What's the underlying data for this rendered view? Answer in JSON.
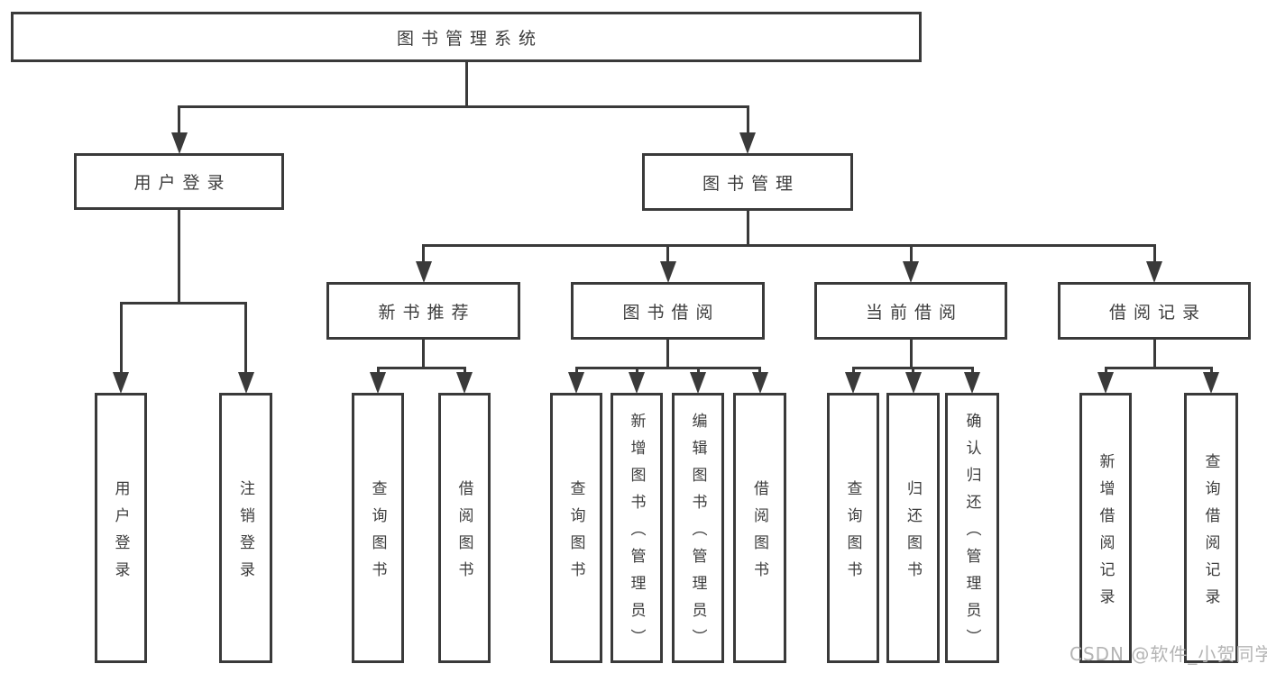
{
  "diagram": {
    "type": "hierarchy-tree",
    "background": "#ffffff",
    "stroke_color": "#3a3a3a",
    "text_color": "#3d3d3d",
    "nodes": [
      {
        "id": "library-system",
        "label": "图书管理系统",
        "parent": null,
        "text_direction": "horizontal"
      },
      {
        "id": "user-login",
        "label": "用户登录",
        "parent": "library-system",
        "text_direction": "horizontal"
      },
      {
        "id": "book-management",
        "label": "图书管理",
        "parent": "library-system",
        "text_direction": "horizontal"
      },
      {
        "id": "new-book-recommend",
        "label": "新书推荐",
        "parent": "book-management",
        "text_direction": "horizontal"
      },
      {
        "id": "book-borrowing",
        "label": "图书借阅",
        "parent": "book-management",
        "text_direction": "horizontal"
      },
      {
        "id": "current-borrowing",
        "label": "当前借阅",
        "parent": "book-management",
        "text_direction": "horizontal"
      },
      {
        "id": "borrow-records",
        "label": "借阅记录",
        "parent": "book-management",
        "text_direction": "horizontal"
      },
      {
        "id": "leaf-user-login",
        "label": "用户登录",
        "parent": "user-login",
        "text_direction": "vertical"
      },
      {
        "id": "leaf-logout",
        "label": "注销登录",
        "parent": "user-login",
        "text_direction": "vertical"
      },
      {
        "id": "leaf-rec-query",
        "label": "查询图书",
        "parent": "new-book-recommend",
        "text_direction": "vertical"
      },
      {
        "id": "leaf-rec-borrow",
        "label": "借阅图书",
        "parent": "new-book-recommend",
        "text_direction": "vertical"
      },
      {
        "id": "leaf-bb-query",
        "label": "查询图书",
        "parent": "book-borrowing",
        "text_direction": "vertical"
      },
      {
        "id": "leaf-bb-add",
        "label": "新增图书（管理员）",
        "parent": "book-borrowing",
        "text_direction": "vertical"
      },
      {
        "id": "leaf-bb-edit",
        "label": "编辑图书（管理员）",
        "parent": "book-borrowing",
        "text_direction": "vertical"
      },
      {
        "id": "leaf-bb-borrow",
        "label": "借阅图书",
        "parent": "book-borrowing",
        "text_direction": "vertical"
      },
      {
        "id": "leaf-cb-query",
        "label": "查询图书",
        "parent": "current-borrowing",
        "text_direction": "vertical"
      },
      {
        "id": "leaf-cb-return",
        "label": "归还图书",
        "parent": "current-borrowing",
        "text_direction": "vertical"
      },
      {
        "id": "leaf-cb-confirm",
        "label": "确认归还（管理员）",
        "parent": "current-borrowing",
        "text_direction": "vertical"
      },
      {
        "id": "leaf-br-add",
        "label": "新增借阅记录",
        "parent": "borrow-records",
        "text_direction": "vertical"
      },
      {
        "id": "leaf-br-query",
        "label": "查询借阅记录",
        "parent": "borrow-records",
        "text_direction": "vertical"
      }
    ]
  },
  "watermark": {
    "text": "CSDN @软件_小贺同学",
    "color": "#b4b4b4"
  }
}
